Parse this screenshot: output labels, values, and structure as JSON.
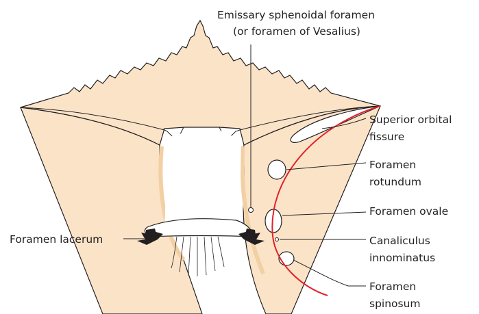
{
  "colors": {
    "bone_fill": "#fbe3c8",
    "bone_rim": "#f3cfa4",
    "outline": "#231f20",
    "nerve_line": "#e0222b",
    "background": "#ffffff"
  },
  "labels": {
    "emissary_line1": "Emissary sphenoidal foramen",
    "emissary_line2": "(or foramen of Vesalius)",
    "superior_orbital_line1": "Superior orbital",
    "superior_orbital_line2": "fissure",
    "rotundum_line1": "Foramen",
    "rotundum_line2": "rotundum",
    "ovale": "Foramen ovale",
    "lacerum": "Foramen lacerum",
    "canaliculus_line1": "Canaliculus",
    "canaliculus_line2": "innominatus",
    "spinosum_line1": "Foramen",
    "spinosum_line2": "spinosum"
  }
}
